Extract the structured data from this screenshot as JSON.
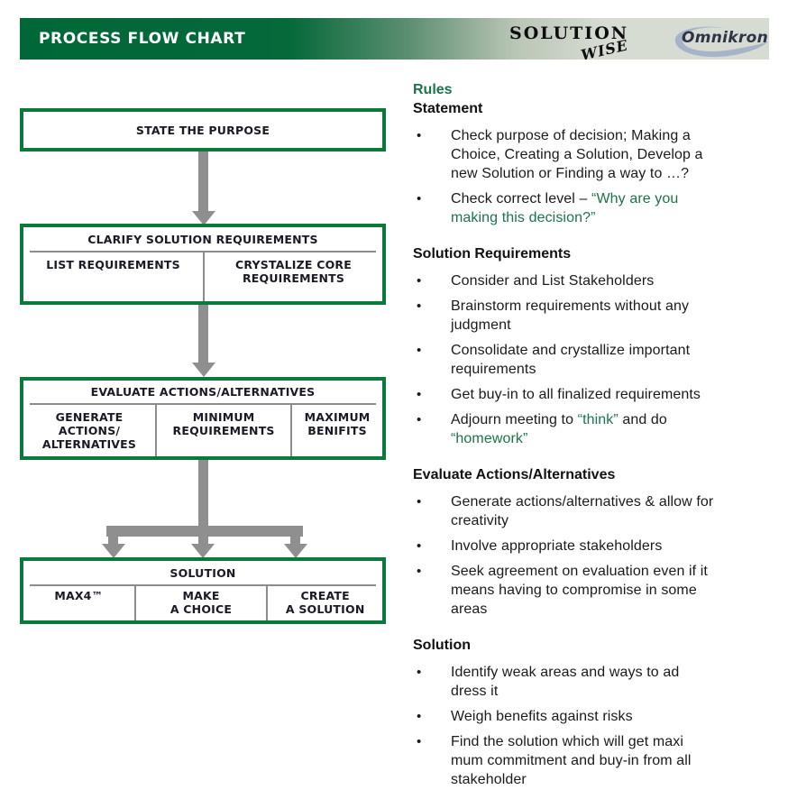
{
  "colors": {
    "header_green": "#006838",
    "header_fade": "#d6dcd2",
    "border_green": "#0a7a3c",
    "divider_gray": "#8c8c8c",
    "arrow_gray": "#8f8f8f",
    "green_text": "#1a7449",
    "box_text": "#1a1a26"
  },
  "header": {
    "title": "PROCESS FLOW CHART",
    "logo_solution": "SOLUTION",
    "logo_wise": "WISE",
    "logo_omnikron": "Omnikron"
  },
  "flowchart": {
    "boxes": [
      {
        "title": "STATE THE PURPOSE",
        "cells": []
      },
      {
        "title": "CLARIFY SOLUTION REQUIREMENTS",
        "cells": [
          "LIST REQUIREMENTS",
          "CRYSTALIZE CORE\nREQUIREMENTS"
        ]
      },
      {
        "title": "EVALUATE ACTIONS/ALTERNATIVES",
        "cells": [
          "GENERATE\nACTIONS/\nALTERNATIVES",
          "MINIMUM\nREQUIREMENTS",
          "MAXIMUM\nBENIFITS"
        ]
      },
      {
        "title": "SOLUTION",
        "cells": [
          "MAX4™",
          "MAKE\nA CHOICE",
          "CREATE\nA SOLUTION"
        ]
      }
    ]
  },
  "rules": {
    "panel_title": "Rules",
    "bullet_char": "•",
    "sections": [
      {
        "heading": "Statement",
        "bullets": [
          [
            {
              "t": "Check purpose of decision; Making a\nChoice, Creating a Solution, Develop a\nnew Solution or Finding a way to …?"
            }
          ],
          [
            {
              "t": "Check correct level – "
            },
            {
              "t": "“Why are you\nmaking this decision?”",
              "green": true
            }
          ]
        ]
      },
      {
        "heading": "Solution Requirements",
        "bullets": [
          [
            {
              "t": "Consider and List Stakeholders"
            }
          ],
          [
            {
              "t": "Brainstorm requirements without any\njudgment"
            }
          ],
          [
            {
              "t": "Consolidate and crystallize important\nrequirements"
            }
          ],
          [
            {
              "t": "Get buy-in to all finalized requirements"
            }
          ],
          [
            {
              "t": "Adjourn meeting to "
            },
            {
              "t": "“think”",
              "green": true
            },
            {
              "t": " and do\n"
            },
            {
              "t": "“homework”",
              "green": true
            }
          ]
        ]
      },
      {
        "heading": "Evaluate Actions/Alternatives",
        "bullets": [
          [
            {
              "t": "Generate actions/alternatives & allow for\ncreativity"
            }
          ],
          [
            {
              "t": "Involve appropriate stakeholders"
            }
          ],
          [
            {
              "t": "Seek agreement on evaluation even if it\nmeans having to compromise in some\nareas"
            }
          ]
        ]
      },
      {
        "heading": "Solution",
        "bullets": [
          [
            {
              "t": "Identify weak areas and ways to ad\ndress it"
            }
          ],
          [
            {
              "t": "Weigh benefits against risks"
            }
          ],
          [
            {
              "t": "Find the solution which will get maxi\nmum commitment and buy-in from all\nstakeholder"
            }
          ]
        ]
      }
    ]
  }
}
